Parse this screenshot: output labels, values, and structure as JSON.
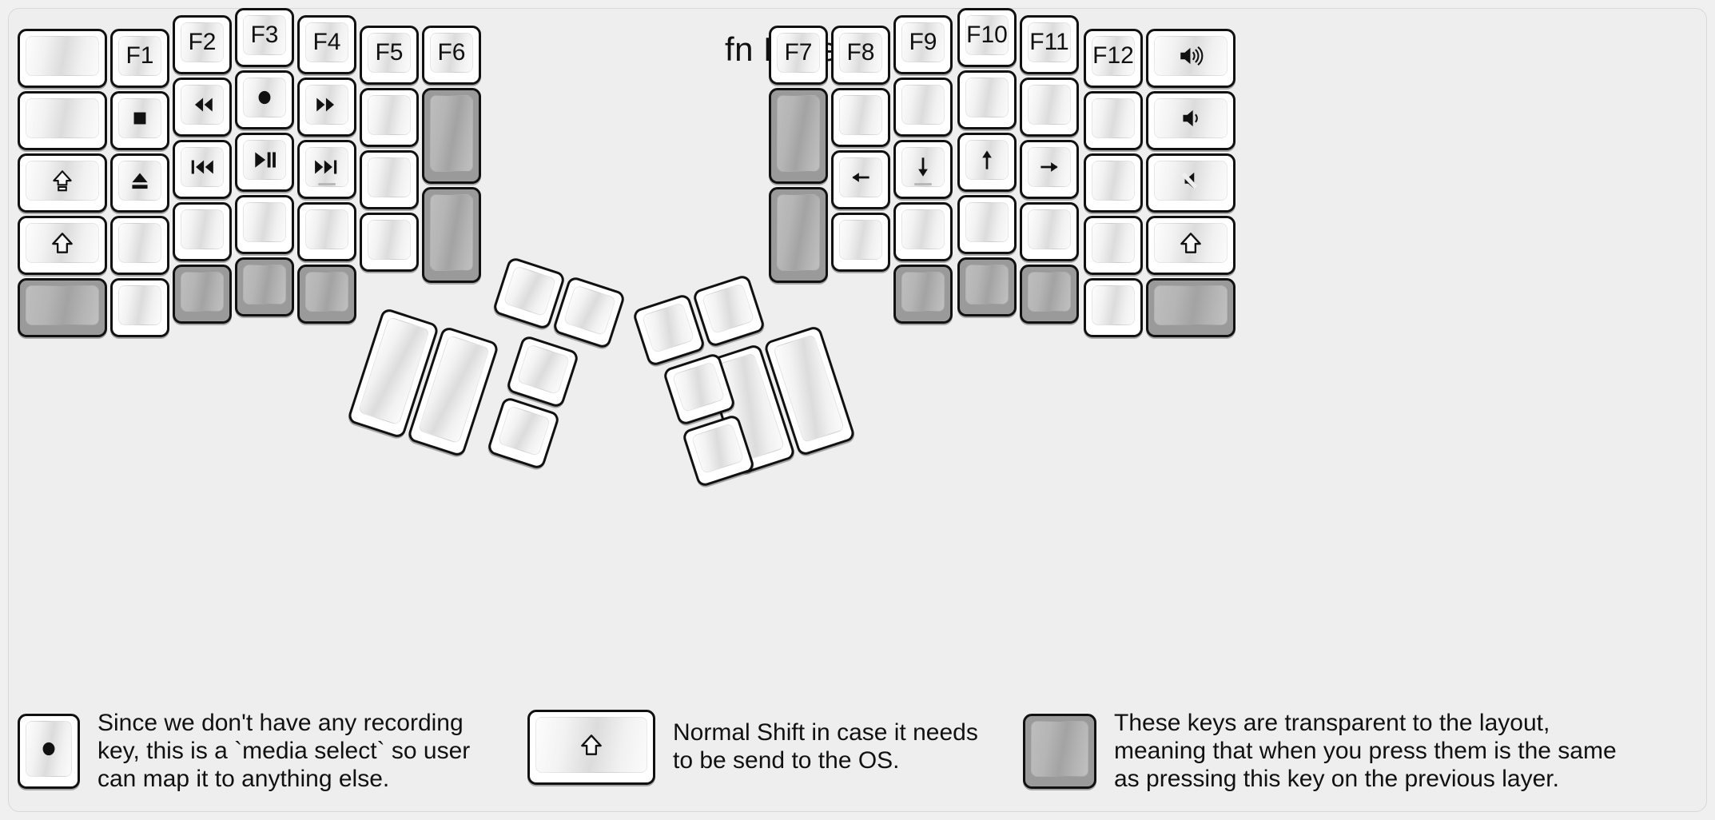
{
  "title": "fn Layer",
  "colors": {
    "background": "#eeeeee",
    "key_face": "#ffffff",
    "key_outline": "#111111",
    "transparent_key": "#9a9a9a",
    "text": "#111111"
  },
  "legend": [
    {
      "key_glyph": "record-circle",
      "text": "Since we don't have any recording\nkey, this is a `media select` so user\ncan map it to anything else."
    },
    {
      "key_glyph": "shift-arrow",
      "text": "Normal Shift in case it needs\nto be send to the OS."
    },
    {
      "key_glyph": "transparent-blank",
      "text": "These keys are transparent to the layout,\nmeaning that when you press them is the same\nas pressing this key on the previous layer."
    }
  ],
  "left_half": {
    "columns": [
      {
        "name": "pinky-outer",
        "keys": [
          {
            "label": "",
            "glyph": "",
            "transparent": false
          },
          {
            "label": "",
            "glyph": "",
            "transparent": false
          },
          {
            "label": "",
            "glyph": "caps-lock",
            "transparent": false
          },
          {
            "label": "",
            "glyph": "shift-arrow",
            "transparent": false
          },
          {
            "label": "",
            "glyph": "",
            "transparent": true
          }
        ]
      },
      {
        "name": "pinky",
        "keys": [
          {
            "label": "F1",
            "glyph": "",
            "transparent": false
          },
          {
            "label": "",
            "glyph": "media-stop",
            "transparent": false
          },
          {
            "label": "",
            "glyph": "eject",
            "transparent": false
          },
          {
            "label": "",
            "glyph": "",
            "transparent": false
          },
          {
            "label": "",
            "glyph": "",
            "transparent": false
          }
        ]
      },
      {
        "name": "ring",
        "keys": [
          {
            "label": "F2",
            "glyph": "",
            "transparent": false
          },
          {
            "label": "",
            "glyph": "rewind",
            "transparent": false
          },
          {
            "label": "",
            "glyph": "prev-track",
            "transparent": false
          },
          {
            "label": "",
            "glyph": "",
            "transparent": false
          },
          {
            "label": "",
            "glyph": "",
            "transparent": true
          }
        ]
      },
      {
        "name": "middle",
        "keys": [
          {
            "label": "F3",
            "glyph": "",
            "transparent": false
          },
          {
            "label": "",
            "glyph": "record-circle",
            "transparent": false
          },
          {
            "label": "",
            "glyph": "play-pause",
            "transparent": false
          },
          {
            "label": "",
            "glyph": "",
            "transparent": false
          },
          {
            "label": "",
            "glyph": "",
            "transparent": true
          }
        ]
      },
      {
        "name": "index",
        "keys": [
          {
            "label": "F4",
            "glyph": "",
            "transparent": false
          },
          {
            "label": "",
            "glyph": "fast-forward",
            "transparent": false
          },
          {
            "label": "",
            "glyph": "next-track",
            "transparent": false,
            "homing": true
          },
          {
            "label": "",
            "glyph": "",
            "transparent": false
          },
          {
            "label": "",
            "glyph": "",
            "transparent": true
          }
        ]
      },
      {
        "name": "index-inner",
        "keys": [
          {
            "label": "F5",
            "glyph": "",
            "transparent": false
          },
          {
            "label": "",
            "glyph": "",
            "transparent": false
          },
          {
            "label": "",
            "glyph": "",
            "transparent": false
          },
          {
            "label": "",
            "glyph": "",
            "transparent": false
          }
        ]
      },
      {
        "name": "extra-inner",
        "keys": [
          {
            "label": "F6",
            "glyph": "",
            "transparent": false
          },
          {
            "label": "",
            "glyph": "",
            "transparent": true
          },
          {
            "label": "",
            "glyph": "",
            "transparent": true
          }
        ]
      }
    ],
    "thumb_cluster": [
      {
        "label": "",
        "glyph": "",
        "transparent": false
      },
      {
        "label": "",
        "glyph": "",
        "transparent": false
      },
      {
        "label": "",
        "glyph": "",
        "transparent": false
      },
      {
        "label": "",
        "glyph": "",
        "transparent": false
      },
      {
        "label": "",
        "glyph": "",
        "transparent": false
      },
      {
        "label": "",
        "glyph": "",
        "transparent": false
      }
    ]
  },
  "right_half": {
    "columns": [
      {
        "name": "extra-inner",
        "keys": [
          {
            "label": "F7",
            "glyph": "",
            "transparent": false
          },
          {
            "label": "",
            "glyph": "",
            "transparent": true
          },
          {
            "label": "",
            "glyph": "",
            "transparent": true
          }
        ]
      },
      {
        "name": "index-inner",
        "keys": [
          {
            "label": "F8",
            "glyph": "",
            "transparent": false
          },
          {
            "label": "",
            "glyph": "",
            "transparent": false
          },
          {
            "label": "",
            "glyph": "arrow-left",
            "transparent": false
          },
          {
            "label": "",
            "glyph": "",
            "transparent": false
          }
        ]
      },
      {
        "name": "index",
        "keys": [
          {
            "label": "F9",
            "glyph": "",
            "transparent": false
          },
          {
            "label": "",
            "glyph": "",
            "transparent": false
          },
          {
            "label": "",
            "glyph": "arrow-down",
            "transparent": false,
            "homing": true
          },
          {
            "label": "",
            "glyph": "",
            "transparent": false
          },
          {
            "label": "",
            "glyph": "",
            "transparent": true
          }
        ]
      },
      {
        "name": "middle",
        "keys": [
          {
            "label": "F10",
            "glyph": "",
            "transparent": false
          },
          {
            "label": "",
            "glyph": "",
            "transparent": false
          },
          {
            "label": "",
            "glyph": "arrow-up",
            "transparent": false
          },
          {
            "label": "",
            "glyph": "",
            "transparent": false
          },
          {
            "label": "",
            "glyph": "",
            "transparent": true
          }
        ]
      },
      {
        "name": "ring",
        "keys": [
          {
            "label": "F11",
            "glyph": "",
            "transparent": false
          },
          {
            "label": "",
            "glyph": "",
            "transparent": false
          },
          {
            "label": "",
            "glyph": "arrow-right",
            "transparent": false
          },
          {
            "label": "",
            "glyph": "",
            "transparent": false
          },
          {
            "label": "",
            "glyph": "",
            "transparent": true
          }
        ]
      },
      {
        "name": "pinky",
        "keys": [
          {
            "label": "F12",
            "glyph": "",
            "transparent": false
          },
          {
            "label": "",
            "glyph": "",
            "transparent": false
          },
          {
            "label": "",
            "glyph": "",
            "transparent": false
          },
          {
            "label": "",
            "glyph": "",
            "transparent": false
          },
          {
            "label": "",
            "glyph": "",
            "transparent": false
          }
        ]
      },
      {
        "name": "pinky-outer",
        "keys": [
          {
            "label": "",
            "glyph": "volume-up",
            "transparent": false
          },
          {
            "label": "",
            "glyph": "volume-down",
            "transparent": false
          },
          {
            "label": "",
            "glyph": "volume-mute",
            "transparent": false
          },
          {
            "label": "",
            "glyph": "shift-arrow",
            "transparent": false
          },
          {
            "label": "",
            "glyph": "",
            "transparent": true
          }
        ]
      }
    ],
    "thumb_cluster": [
      {
        "label": "",
        "glyph": "",
        "transparent": false
      },
      {
        "label": "",
        "glyph": "",
        "transparent": false
      },
      {
        "label": "",
        "glyph": "",
        "transparent": false
      },
      {
        "label": "",
        "glyph": "",
        "transparent": false
      },
      {
        "label": "",
        "glyph": "",
        "transparent": false
      },
      {
        "label": "",
        "glyph": "",
        "transparent": false
      }
    ]
  }
}
